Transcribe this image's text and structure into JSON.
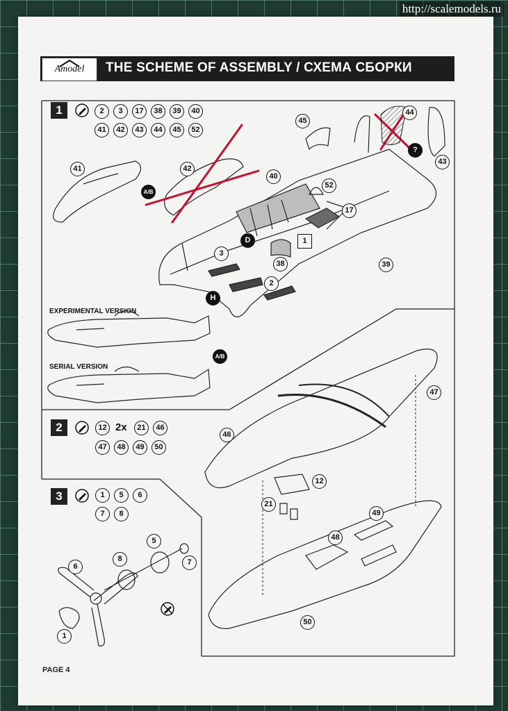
{
  "watermark": "http://scalemodels.ru",
  "header": {
    "logo_text": "Amodel",
    "title": "THE SCHEME OF ASSEMBLY / СХЕМА СБОРКИ"
  },
  "steps": [
    {
      "number": "1",
      "parts": [
        "2",
        "3",
        "17",
        "38",
        "39",
        "40",
        "41",
        "42",
        "43",
        "44",
        "45",
        "52"
      ]
    },
    {
      "number": "2",
      "parts": [
        "12",
        "21",
        "46",
        "47",
        "48",
        "49",
        "50"
      ],
      "multiplier": "2x"
    },
    {
      "number": "3",
      "parts": [
        "1",
        "5",
        "6",
        "7",
        "8"
      ]
    }
  ],
  "callouts": {
    "p41": "41",
    "p42": "42",
    "p45": "45",
    "p44": "44",
    "p43": "43",
    "p40": "40",
    "p52": "52",
    "p17": "17",
    "p3": "3",
    "p38": "38",
    "p39": "39",
    "p2": "2",
    "p47": "47",
    "p46": "46",
    "p12": "12",
    "p21": "21",
    "p49": "49",
    "p48": "48",
    "p50": "50",
    "p5": "5",
    "p6": "6",
    "p8": "8",
    "p7": "7",
    "p1": "1"
  },
  "markers": {
    "d": "D",
    "h": "H",
    "ab": "A/B",
    "q": "?",
    "one": "1"
  },
  "versions": {
    "experimental": "EXPERIMENTAL VERSION",
    "serial": "SERIAL VERSION"
  },
  "page": "PAGE 4"
}
